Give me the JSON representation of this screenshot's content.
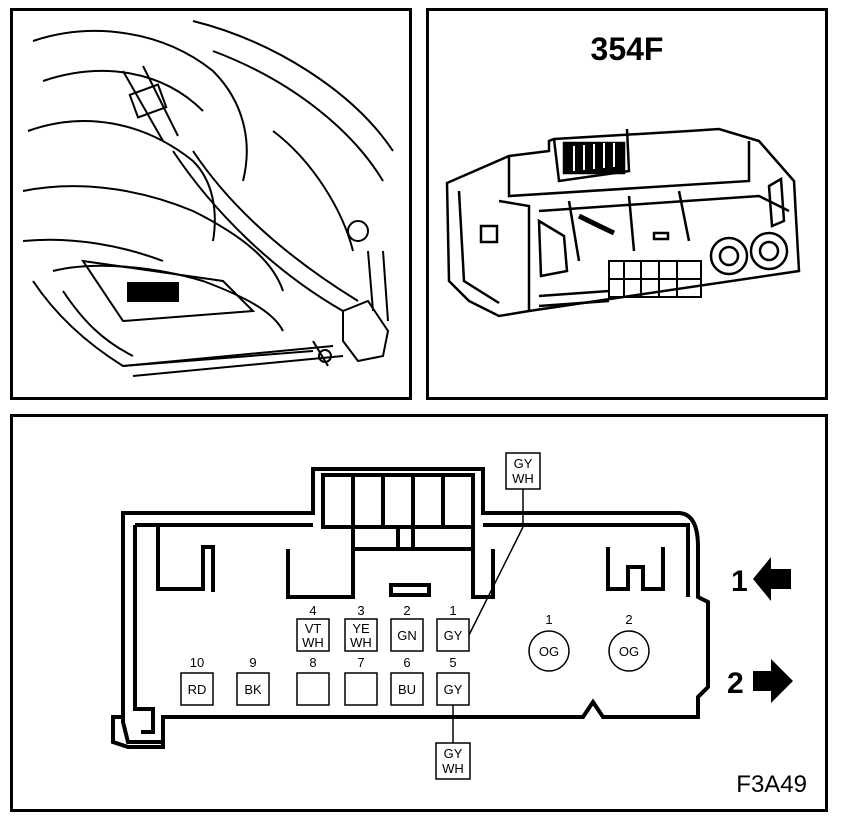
{
  "connector_title": "354F",
  "figure_id": "F3A49",
  "directions": {
    "one": "1",
    "two": "2"
  },
  "top_row": [
    {
      "num": "4",
      "code1": "VT",
      "code2": "WH"
    },
    {
      "num": "3",
      "code1": "YE",
      "code2": "WH"
    },
    {
      "num": "2",
      "code1": "GN",
      "code2": ""
    },
    {
      "num": "1",
      "code1": "GY",
      "code2": ""
    }
  ],
  "bottom_row": [
    {
      "num": "10",
      "code1": "RD"
    },
    {
      "num": "9",
      "code1": "BK"
    },
    {
      "num": "8",
      "code1": ""
    },
    {
      "num": "7",
      "code1": ""
    },
    {
      "num": "6",
      "code1": "BU"
    },
    {
      "num": "5",
      "code1": "GY"
    }
  ],
  "round_pins": [
    {
      "num": "1",
      "code": "OG"
    },
    {
      "num": "2",
      "code": "OG"
    }
  ],
  "callout_top": {
    "line1": "GY",
    "line2": "WH"
  },
  "callout_bottom": {
    "line1": "GY",
    "line2": "WH"
  }
}
